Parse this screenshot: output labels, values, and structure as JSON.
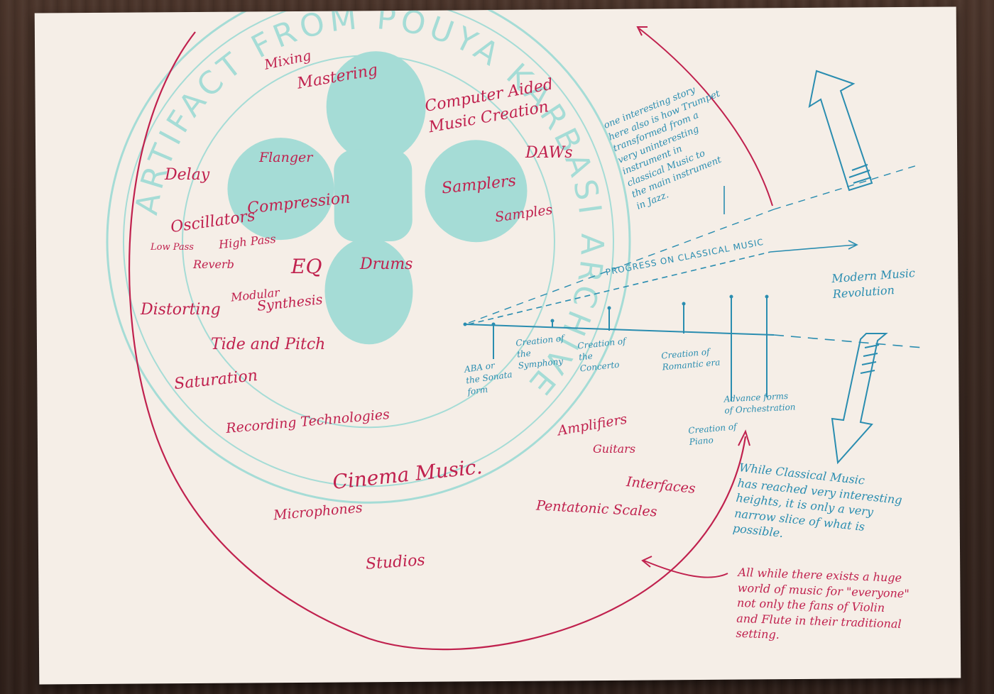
{
  "stamp": {
    "ring_text": "ARTIFACT FROM POUYA KARBASI ARCHIVE",
    "color": "#a5dcd6"
  },
  "colors": {
    "red_ink": "#c0214e",
    "blue_ink": "#2a8db0",
    "paper": "#f5eee7",
    "table": "#3b2921"
  },
  "red_terms": {
    "mixing": "Mixing",
    "mastering": "Mastering",
    "computer_aided": "Computer Aided\nMusic Creation",
    "flanger": "Flanger",
    "delay": "Delay",
    "daws": "DAWs",
    "samplers": "Samplers",
    "compression": "Compression",
    "samples": "Samples",
    "oscillators": "Oscillators",
    "low_pass": "Low Pass",
    "high_pass": "High Pass",
    "reverb": "Reverb",
    "eq": "EQ",
    "drums": "Drums",
    "modular": "Modular",
    "synthesis": "Synthesis",
    "distorting": "Distorting",
    "tide_pitch": "Tide and Pitch",
    "saturation": "Saturation",
    "recording": "Recording Technologies",
    "amplifiers": "Amplifiers",
    "guitars": "Guitars",
    "cinema": "Cinema Music.",
    "interfaces": "Interfaces",
    "microphones": "Microphones",
    "pentatonic": "Pentatonic Scales",
    "studios": "Studios"
  },
  "blue_notes": {
    "trumpet_note": "one interesting story\nhere also is how Trumpet\ntransformed from a\nvery uninteresting\ninstrument in\nclassical Music to\nthe main instrument\nin Jazz.",
    "progress_label": "PROGRESS ON CLASSICAL MUSIC",
    "modern_revolution": "Modern Music\nRevolution",
    "milestones": {
      "aba": "ABA or\nthe Sonata\nform",
      "symphony": "Creation of\nthe\nSymphony",
      "concerto": "Creation of\nthe\nConcerto",
      "romantic": "Creation of\nRomantic era",
      "advanced": "Advance forms\nof Orchestration",
      "piano": "Creation of\nPiano"
    },
    "classical_note": "While Classical Music\nhas reached very interesting\nheights, it is only a very\nnarrow slice of what is\npossible."
  },
  "red_note": {
    "world_note": "All while there exists a huge\nworld of music for \"everyone\"\nnot only the fans of Violin\nand Flute in their traditional\nsetting."
  }
}
